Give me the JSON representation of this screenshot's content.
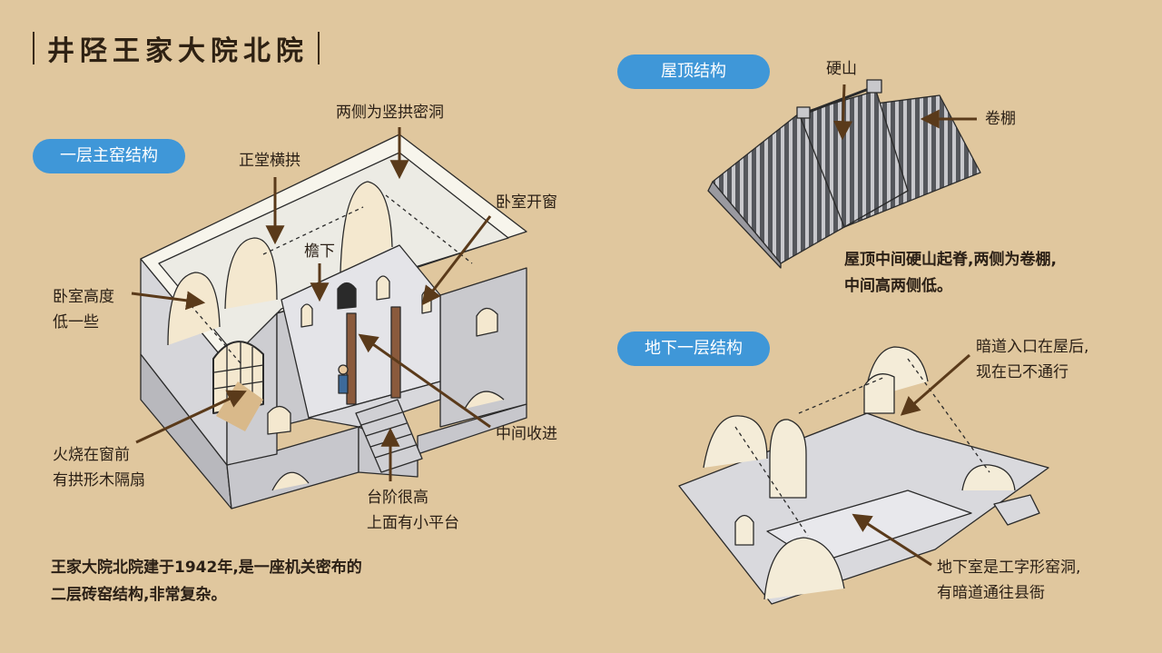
{
  "title": "井陉王家大院北院",
  "sections": {
    "first_floor": "一层主窑结构",
    "roof": "屋顶结构",
    "basement": "地下一层结构"
  },
  "labels": {
    "side_arch": "两侧为竖拱密洞",
    "main_hall": "正堂横拱",
    "bedroom_window": "卧室开窗",
    "eaves": "檐下",
    "bedroom_height_1": "卧室高度",
    "bedroom_height_2": "低一些",
    "middle_recess": "中间收进",
    "fire_1": "火烧在窗前",
    "fire_2": "有拱形木隔扇",
    "steps_1": "台阶很高",
    "steps_2": "上面有小平台",
    "hard_gable": "硬山",
    "rolled_shed": "卷棚",
    "tunnel_1": "暗道入口在屋后,",
    "tunnel_2": "现在已不通行",
    "basement_1": "地下室是工字形窑洞,",
    "basement_2": "有暗道通往县衙"
  },
  "descriptions": {
    "main_1": "王家大院北院建于1942年,是一座机关密布的",
    "main_2": "二层砖窑结构,非常复杂。",
    "roof_1": "屋顶中间硬山起脊,两侧为卷棚,",
    "roof_2": "中间高两侧低。"
  },
  "colors": {
    "background": "#e0c79e",
    "pill": "#3f97d8",
    "arrow": "#5a3a1a",
    "wall": "#c9c9cd",
    "top": "#f4f2ea"
  }
}
